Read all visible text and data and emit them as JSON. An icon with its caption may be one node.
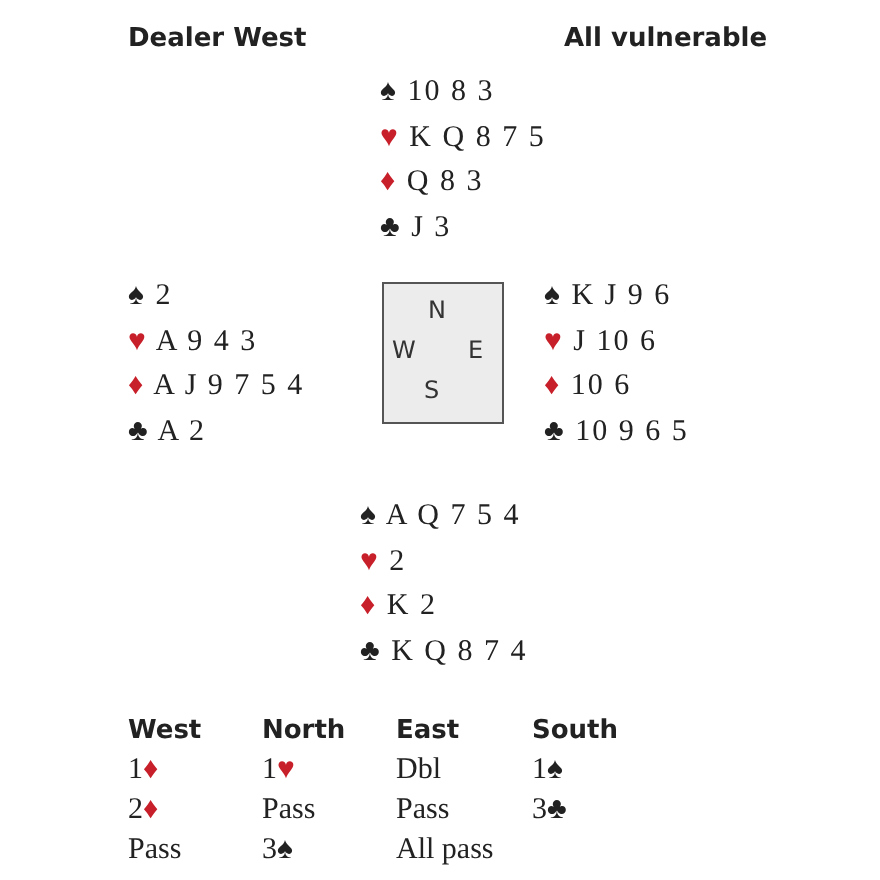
{
  "diagram": {
    "nodes": [
      {
        "text": [
          "N",
          "W",
          "E",
          "S"
        ]
      }
    ],
    "labels": [
      "Dealer West",
      "All vulnerable",
      "♠ 10 8 3",
      "♥ K Q 8 7 5",
      "♦ Q 8 3",
      "♣ J 3",
      "♠ 2",
      "♥ A 9 4 3",
      "♦ A J 9 7 5 4",
      "♣ A 2",
      "♠ K J 9 6",
      "♥ J 10 6",
      "♦ 10 6",
      "♣ 10 9 6 5",
      "♠ A Q 7 5 4",
      "♥ 2",
      "♦ K 2",
      "♣ K Q 8 7 4",
      "West",
      "North",
      "East",
      "South",
      "1♦",
      "1♥",
      "Dbl",
      "1♠",
      "2♦",
      "Pass",
      "Pass",
      "3♣",
      "Pass",
      "3♠",
      "All pass"
    ]
  }
}
